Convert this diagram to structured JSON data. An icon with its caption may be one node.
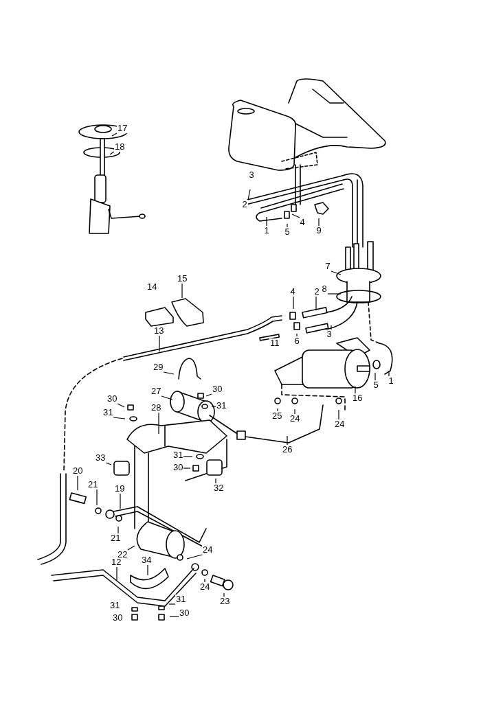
{
  "diagram": {
    "nodes": [
      {
        "text": [
          "17"
        ]
      },
      {
        "text": [
          "18"
        ]
      },
      {
        "text": [
          "3"
        ]
      },
      {
        "text": [
          "2"
        ]
      },
      {
        "text": [
          "1"
        ]
      },
      {
        "text": [
          "5"
        ]
      },
      {
        "text": [
          "4"
        ]
      },
      {
        "text": [
          "9"
        ]
      },
      {
        "text": [
          "7"
        ]
      },
      {
        "text": [
          "15"
        ]
      },
      {
        "text": [
          "14"
        ]
      },
      {
        "text": [
          "2"
        ]
      },
      {
        "text": [
          "8"
        ]
      },
      {
        "text": [
          "4"
        ]
      },
      {
        "text": [
          "6"
        ]
      },
      {
        "text": [
          "3"
        ]
      },
      {
        "text": [
          "11"
        ]
      },
      {
        "text": [
          "13"
        ]
      },
      {
        "text": [
          "29"
        ]
      },
      {
        "text": [
          "5"
        ]
      },
      {
        "text": [
          "1"
        ]
      },
      {
        "text": [
          "16"
        ]
      },
      {
        "text": [
          "30"
        ]
      },
      {
        "text": [
          "27"
        ]
      },
      {
        "text": [
          "30"
        ]
      },
      {
        "text": [
          "31"
        ]
      },
      {
        "text": [
          "28"
        ]
      },
      {
        "text": [
          "31"
        ]
      },
      {
        "text": [
          "25"
        ]
      },
      {
        "text": [
          "24"
        ]
      },
      {
        "text": [
          "24"
        ]
      },
      {
        "text": [
          "26"
        ]
      },
      {
        "text": [
          "33"
        ]
      },
      {
        "text": [
          "31"
        ]
      },
      {
        "text": [
          "30"
        ]
      },
      {
        "text": [
          "20"
        ]
      },
      {
        "text": [
          "21"
        ]
      },
      {
        "text": [
          "32"
        ]
      },
      {
        "text": [
          "19"
        ]
      },
      {
        "text": [
          "21"
        ]
      },
      {
        "text": [
          "24"
        ]
      },
      {
        "text": [
          "22"
        ]
      },
      {
        "text": [
          "34"
        ]
      },
      {
        "text": [
          "12"
        ]
      },
      {
        "text": [
          "24"
        ]
      },
      {
        "text": [
          "23"
        ]
      },
      {
        "text": [
          "31"
        ]
      },
      {
        "text": [
          "31"
        ]
      },
      {
        "text": [
          "30"
        ]
      },
      {
        "text": [
          "30"
        ]
      }
    ],
    "edges": [
      {
        "from": 0,
        "to": null,
        "arrow": "none"
      },
      {
        "from": 1,
        "to": null,
        "arrow": "none"
      },
      {
        "from": 3,
        "to": null,
        "arrow": "none"
      },
      {
        "from": 4,
        "to": null,
        "arrow": "none"
      },
      {
        "from": 5,
        "to": null,
        "arrow": "none"
      },
      {
        "from": 6,
        "to": null,
        "arrow": "none"
      },
      {
        "from": 7,
        "to": null,
        "arrow": "none"
      },
      {
        "from": 8,
        "to": null,
        "arrow": "none"
      },
      {
        "from": 9,
        "to": null,
        "arrow": "none"
      },
      {
        "from": 11,
        "to": null,
        "arrow": "none"
      },
      {
        "from": 12,
        "to": null,
        "arrow": "none"
      },
      {
        "from": 13,
        "to": null,
        "arrow": "none"
      },
      {
        "from": 14,
        "to": null,
        "arrow": "none"
      },
      {
        "from": 15,
        "to": null,
        "arrow": "none"
      },
      {
        "from": 17,
        "to": null,
        "arrow": "none"
      },
      {
        "from": 18,
        "to": null,
        "arrow": "none"
      },
      {
        "from": 19,
        "to": null,
        "arrow": "none"
      },
      {
        "from": 20,
        "to": null,
        "arrow": "none"
      },
      {
        "from": 21,
        "to": null,
        "arrow": "none"
      },
      {
        "from": 22,
        "to": null,
        "arrow": "none"
      },
      {
        "from": 23,
        "to": null,
        "arrow": "none"
      },
      {
        "from": 24,
        "to": null,
        "arrow": "none"
      },
      {
        "from": 25,
        "to": null,
        "arrow": "none"
      },
      {
        "from": 26,
        "to": null,
        "arrow": "none"
      },
      {
        "from": 27,
        "to": null,
        "arrow": "none"
      },
      {
        "from": 28,
        "to": null,
        "arrow": "none"
      },
      {
        "from": 29,
        "to": null,
        "arrow": "none"
      },
      {
        "from": 30,
        "to": null,
        "arrow": "none"
      },
      {
        "from": 31,
        "to": null,
        "arrow": "none"
      },
      {
        "from": 32,
        "to": null,
        "arrow": "none"
      },
      {
        "from": 33,
        "to": null,
        "arrow": "none"
      },
      {
        "from": 34,
        "to": null,
        "arrow": "none"
      },
      {
        "from": 35,
        "to": null,
        "arrow": "none"
      },
      {
        "from": 36,
        "to": null,
        "arrow": "none"
      },
      {
        "from": 37,
        "to": null,
        "arrow": "none"
      },
      {
        "from": 38,
        "to": null,
        "arrow": "none"
      },
      {
        "from": 39,
        "to": null,
        "arrow": "none"
      },
      {
        "from": 40,
        "to": null,
        "arrow": "none"
      },
      {
        "from": 41,
        "to": null,
        "arrow": "none"
      },
      {
        "from": 42,
        "to": null,
        "arrow": "none"
      },
      {
        "from": 43,
        "to": null,
        "arrow": "none"
      },
      {
        "from": 44,
        "to": null,
        "arrow": "none"
      },
      {
        "from": 45,
        "to": null,
        "arrow": "none"
      },
      {
        "from": 46,
        "to": null,
        "arrow": "none"
      },
      {
        "from": 48,
        "to": null,
        "arrow": "none"
      }
    ]
  }
}
